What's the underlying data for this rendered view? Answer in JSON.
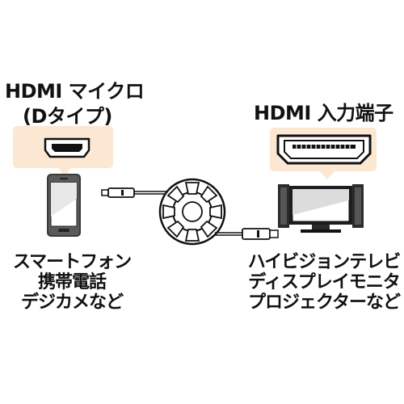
{
  "left_device": {
    "title_line1": "HDMI マイクロ",
    "title_line2": "(Dタイプ)",
    "caption_lines": [
      "スマートフォン",
      "携帯電話",
      "デジカメなど"
    ]
  },
  "right_device": {
    "title": "HDMI 入力端子",
    "caption_lines": [
      "ハイビジョンテレビ",
      "ディスプレイモニタ",
      "プロジェクターなど"
    ]
  },
  "colors": {
    "callout_background": "#fbe7d2",
    "ink": "#111111"
  },
  "icons": {
    "left_callout": "hdmi-micro-port-icon",
    "right_callout": "hdmi-standard-port-icon",
    "left_device": "smartphone-icon",
    "right_device": "television-icon",
    "cable": "retractable-cable-reel-icon"
  }
}
